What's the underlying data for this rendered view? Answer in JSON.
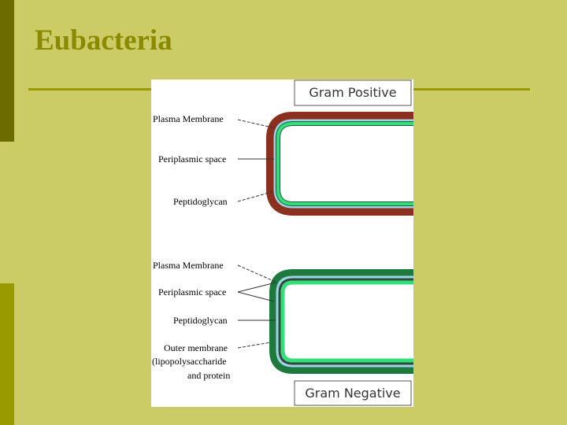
{
  "slide": {
    "title": "Eubacteria"
  },
  "diagram": {
    "gram_positive": {
      "title": "Gram Positive",
      "labels": [
        "Plasma Membrane",
        "Periplasmic space",
        "Peptidoglycan"
      ]
    },
    "gram_negative": {
      "title": "Gram Negative",
      "labels": [
        "Plasma Membrane",
        "Periplasmic space",
        "Peptidoglycan",
        "Outer membrane",
        "(lipopolysaccharide",
        "and protein"
      ]
    },
    "colors": {
      "peptidoglycan_positive": "#8b2f1f",
      "outer_membrane_negative": "#1e7a3c",
      "plasma_membrane": "#33dd77",
      "periplasmic_space": "#9fd3e8",
      "background": "#ffffff"
    }
  }
}
